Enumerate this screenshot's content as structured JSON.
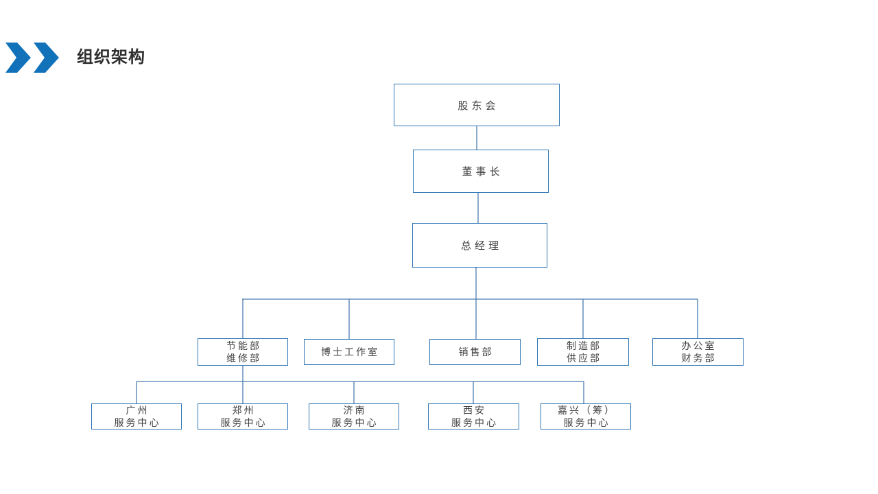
{
  "slide": {
    "title": "组织架构",
    "colors": {
      "accent_chevron": "#1172b9",
      "box_border": "#2e75b6",
      "connector_line": "#4a7cb0",
      "node_text": "#404040",
      "title_text": "#2f2f2f",
      "background": "#ffffff"
    }
  },
  "org_chart": {
    "type": "org-tree",
    "level1": {
      "label": "股东会"
    },
    "level2": {
      "label": "董事长"
    },
    "level3": {
      "label": "总经理"
    },
    "departments": [
      {
        "line1": "节能部",
        "line2": "维修部"
      },
      {
        "line1": "博士工作室"
      },
      {
        "line1": "销售部"
      },
      {
        "line1": "制造部",
        "line2": "供应部"
      },
      {
        "line1": "办公室",
        "line2": "财务部"
      }
    ],
    "service_centers": [
      {
        "line1": "广州",
        "line2": "服务中心"
      },
      {
        "line1": "郑州",
        "line2": "服务中心"
      },
      {
        "line1": "济南",
        "line2": "服务中心"
      },
      {
        "line1": "西安",
        "line2": "服务中心"
      },
      {
        "line1": "嘉兴（筹）",
        "line2": "服务中心"
      }
    ],
    "hierarchy_note": "股东会 > 董事长 > 总经理 > 5 departments; 节能部/维修部 > 5 service centers"
  }
}
